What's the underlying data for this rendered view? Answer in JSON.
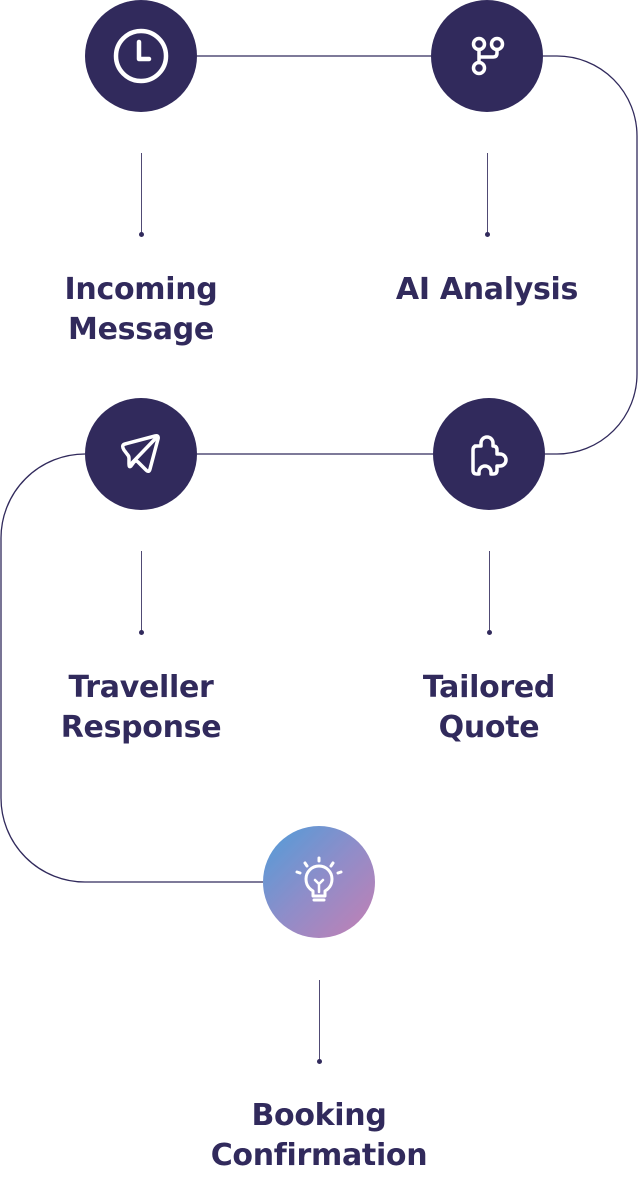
{
  "diagram": {
    "title": "",
    "colors": {
      "node_fill": "#312a5c",
      "connector": "#312a5c",
      "label_text": "#312a5c",
      "icon_stroke": "#ffffff",
      "final_gradient": [
        "#4f9dd9",
        "#8f8dc9",
        "#c57fb3"
      ]
    },
    "steps": [
      {
        "order": 1,
        "icon": "clock-icon",
        "label_line1": "Incoming",
        "label_line2": "Message"
      },
      {
        "order": 2,
        "icon": "git-branch-icon",
        "label_line1": "AI Analysis",
        "label_line2": ""
      },
      {
        "order": 3,
        "icon": "puzzle-piece-icon",
        "label_line1": "Tailored",
        "label_line2": "Quote"
      },
      {
        "order": 4,
        "icon": "paper-plane-icon",
        "label_line1": "Traveller",
        "label_line2": "Response"
      },
      {
        "order": 5,
        "icon": "lightbulb-icon",
        "label_line1": "Booking",
        "label_line2": "Confirmation"
      }
    ],
    "flow": [
      "Incoming Message",
      "AI Analysis",
      "Tailored Quote",
      "Traveller Response",
      "Booking Confirmation"
    ]
  }
}
